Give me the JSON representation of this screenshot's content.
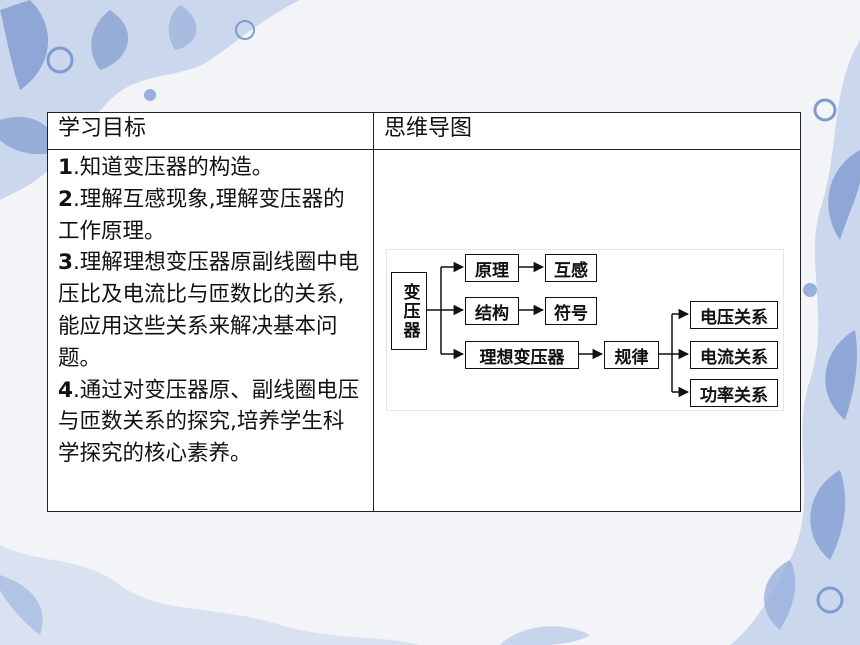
{
  "table": {
    "header_left": "学习目标",
    "header_right": "思维导图",
    "objectives": [
      {
        "num": "1",
        "text": ".知道变压器的构造。"
      },
      {
        "num": "2",
        "text": ".理解互感现象,理解变压器的工作原理。"
      },
      {
        "num": "3",
        "text": ".理解理想变压器原副线圈中电压比及电流比与匝数比的关系,能应用这些关系来解决基本问题。"
      },
      {
        "num": "4",
        "text": ".通过对变压器原、副线圈电压与匝数关系的探究,培养学生科学探究的核心素养。"
      }
    ]
  },
  "mindmap": {
    "root": "变压器",
    "n_principle": "原理",
    "n_mutual": "互感",
    "n_structure": "结构",
    "n_symbol": "符号",
    "n_ideal": "理想变压器",
    "n_law": "规律",
    "n_voltage": "电压关系",
    "n_current": "电流关系",
    "n_power": "功率关系"
  },
  "colors": {
    "floral": "#8fa9d6",
    "floral_light": "#c9d6ee",
    "background": "#f3f4f8"
  }
}
